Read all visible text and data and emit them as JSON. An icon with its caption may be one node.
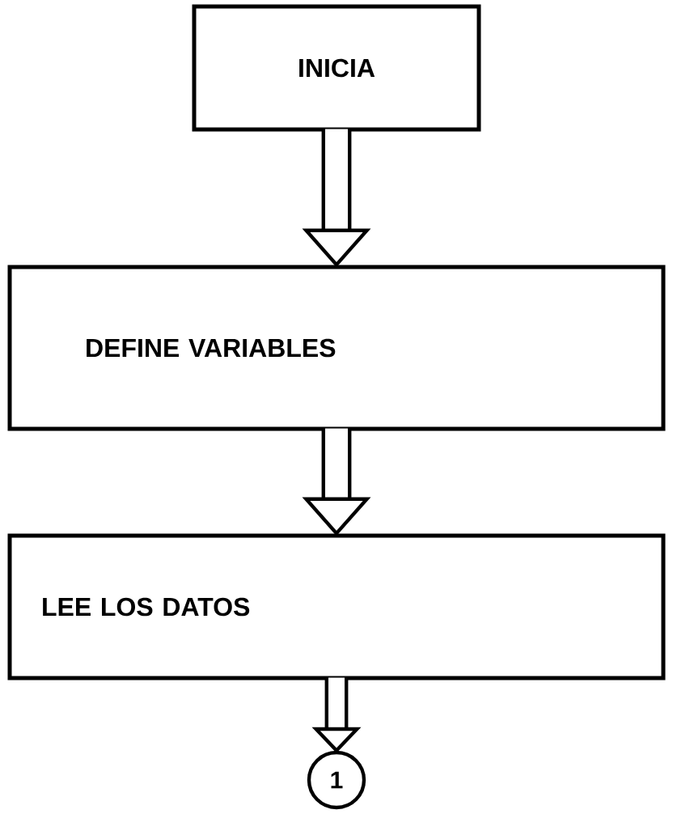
{
  "diagram": {
    "nodes": [
      {
        "text": [
          "INICIA"
        ]
      },
      {
        "text": [
          "DEFINE VARIABLES"
        ]
      },
      {
        "text": [
          "LEE LOS DATOS"
        ]
      },
      {
        "text": [
          "1"
        ]
      }
    ],
    "edges": [
      {
        "from": 0,
        "to": 1,
        "arrow": "to"
      },
      {
        "from": 1,
        "to": 2,
        "arrow": "to"
      },
      {
        "from": 2,
        "to": 3,
        "arrow": "to"
      }
    ]
  }
}
